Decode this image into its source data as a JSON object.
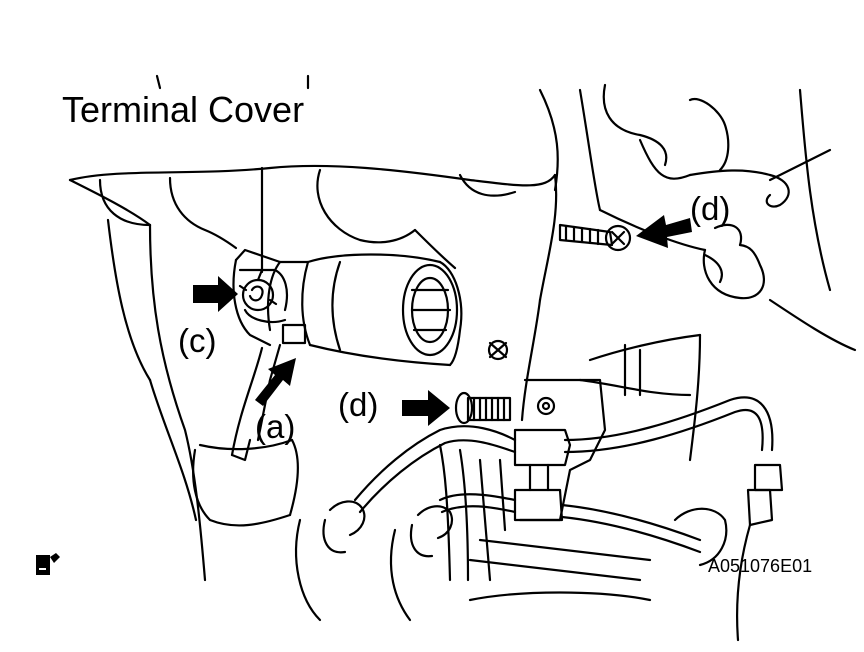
{
  "labels": {
    "title": "Terminal Cover",
    "c": "(c)",
    "a": "(a)",
    "d_lower": "(d)",
    "d_upper": "(d)"
  },
  "figure_id": "A051076E01",
  "icons": [
    "arrow-right-icon",
    "arrow-up-right-icon",
    "arrow-left-icon",
    "document-icon"
  ],
  "colors": {
    "line": "#000000",
    "background": "#ffffff"
  }
}
